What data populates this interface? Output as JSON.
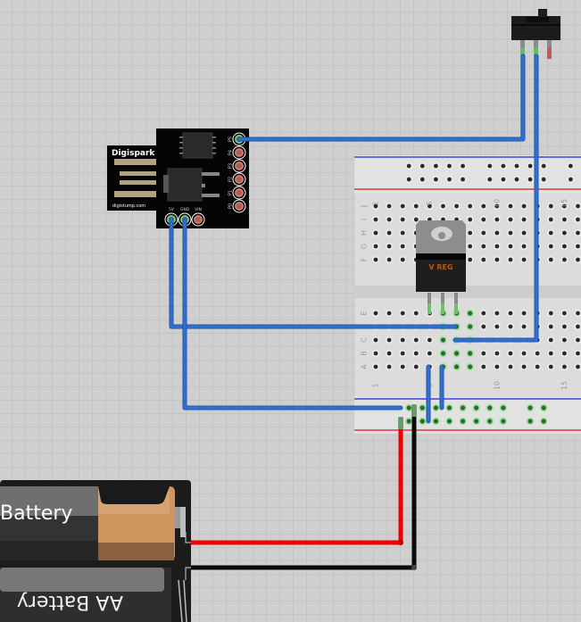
{
  "canvas": {
    "view": "breadboard",
    "background_color": "#cfcfcf"
  },
  "digispark": {
    "brand_label": "Digispark",
    "url_label": "digistump.com",
    "pins_right": [
      "P5",
      "P4",
      "P3",
      "P2",
      "P1",
      "P0"
    ],
    "pins_bottom": [
      "5V",
      "GND",
      "VIN"
    ],
    "connected_pins": [
      "P5",
      "5V",
      "GND"
    ]
  },
  "breadboard": {
    "row_letters_top": [
      "J",
      "I",
      "H",
      "G",
      "F"
    ],
    "row_letters_bottom": [
      "E",
      "D",
      "C",
      "B",
      "A"
    ],
    "column_numbers": [
      "1",
      "5",
      "10",
      "15"
    ]
  },
  "voltage_regulator": {
    "label": "V REG"
  },
  "slide_switch": {
    "name": "Slide Switch"
  },
  "battery_pack": {
    "cell_top_label": "Battery",
    "cell_bottom_label": "AA Battery"
  },
  "wires": {
    "colors": {
      "signal": "#2f6fcf",
      "power": "#f00000",
      "ground": "#0a0a0a"
    }
  }
}
